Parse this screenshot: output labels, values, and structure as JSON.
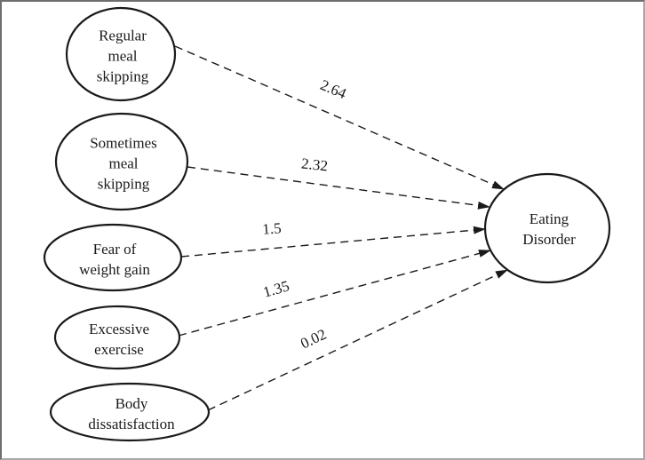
{
  "diagram": {
    "type": "path-diagram",
    "nodes": [
      {
        "id": "regular-meal-skipping",
        "label": "Regular\nmeal\nskipping"
      },
      {
        "id": "sometimes-meal-skipping",
        "label": "Sometimes\nmeal\nskipping"
      },
      {
        "id": "fear-of-weight-gain",
        "label": "Fear of\nweight gain"
      },
      {
        "id": "excessive-exercise",
        "label": "Excessive\nexercise"
      },
      {
        "id": "body-dissatisfaction",
        "label": "Body\ndissatisfaction"
      },
      {
        "id": "eating-disorder",
        "label": "Eating\nDisorder"
      }
    ],
    "edges": [
      {
        "from": "regular-meal-skipping",
        "to": "eating-disorder",
        "coefficient": "2.64",
        "style": "dashed-arrow"
      },
      {
        "from": "sometimes-meal-skipping",
        "to": "eating-disorder",
        "coefficient": "2.32",
        "style": "dashed-arrow"
      },
      {
        "from": "fear-of-weight-gain",
        "to": "eating-disorder",
        "coefficient": "1.5",
        "style": "dashed-arrow"
      },
      {
        "from": "excessive-exercise",
        "to": "eating-disorder",
        "coefficient": "1.35",
        "style": "dashed-arrow"
      },
      {
        "from": "body-dissatisfaction",
        "to": "eating-disorder",
        "coefficient": "0.02",
        "style": "dashed-arrow"
      }
    ],
    "colors": {
      "stroke": "#1a1a1a",
      "background": "#ffffff",
      "frame_border": "#8c8c8c"
    }
  }
}
